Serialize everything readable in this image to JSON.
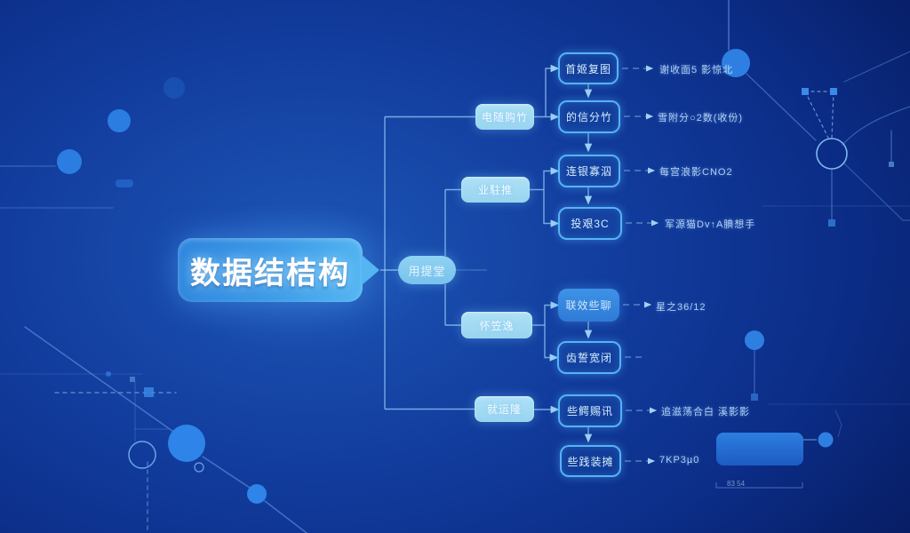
{
  "diagram": {
    "root": {
      "label": "数据结桔构"
    },
    "center": {
      "label": "用提堂"
    },
    "branches": [
      {
        "label": "电随购竹",
        "children": [
          {
            "label": "首姬复图",
            "annotation": "谢收面5 影惊北"
          },
          {
            "label": "的信分竹",
            "annotation": "雪附分○2数(收份)"
          }
        ]
      },
      {
        "label": "业駐推",
        "children": [
          {
            "label": "连银寡泅",
            "annotation": "每宫浪影CNO2"
          },
          {
            "label": "投艰3C",
            "annotation": "军源猫Dv↑A腆想手"
          }
        ]
      },
      {
        "label": "怀笠逸",
        "children": [
          {
            "label": "联效些聊",
            "annotation": "星之36/12"
          },
          {
            "label": "齿誓宽闭",
            "annotation": ""
          }
        ]
      },
      {
        "label": "就运隆",
        "children": [
          {
            "label": "些鳄赐讯",
            "annotation": "追滋荡合白 溪影影"
          },
          {
            "label": "些践装摊",
            "annotation": "7KP3µ0"
          }
        ]
      }
    ]
  },
  "decor": {
    "dimension_text": "83 54"
  },
  "colors": {
    "background_deep": "#0a2a85",
    "background_light": "#1d56b6",
    "root_gradient_start": "#2f86dd",
    "root_gradient_end": "#55b7f2",
    "center_fill": "#85cdf1",
    "branch_fill": "#a7ddf4",
    "subnode_outline": "#55b4f4",
    "subnode_filled": "#3d93e7",
    "connector": "#9fd2f5",
    "decor_circle": "#2e7fe2",
    "text_light": "#d6eefc"
  }
}
